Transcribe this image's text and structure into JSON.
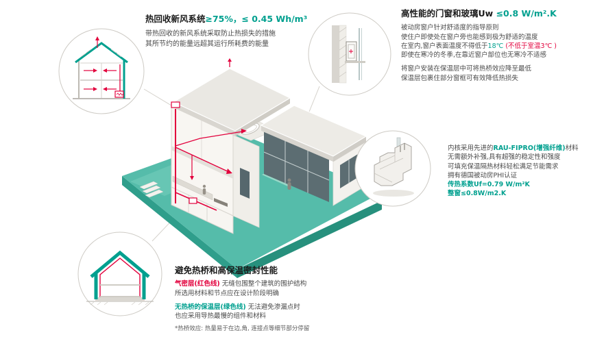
{
  "colors": {
    "green": "#00A08F",
    "red": "#E2003C",
    "platform": "#55BCAA"
  },
  "center_illustration": "passive-house-isometric-cutaway",
  "callouts": {
    "heat_recovery": {
      "icon": "house-section-ventilation",
      "title_black": "热回收新风系统",
      "title_green": "≥75%，≤ 0.45 Wh/m³",
      "lines": [
        "带热回收的新风系统采取防止热损失的措施",
        "其所节约的能量远超其运行所耗费的能量"
      ]
    },
    "windows": {
      "icon": "window-installation-detail",
      "title_black": "高性能的门窗和玻璃Uw ",
      "title_green": "≤0.8 W/m².K",
      "lines_a": [
        "被动房窗户针对舒适度的指导原则",
        "使住户即使处在窗户旁也能感到极为舒适的温度"
      ],
      "line_temp_black": "在室内,窗户表面温度不得低于",
      "line_temp_green": "18℃ ",
      "line_temp_red": "(不低于室温3℃ )",
      "line_winter": "即使在寒冷的冬季,在靠近窗户部位也无寒冷不适感",
      "lines_b": [
        "将窗户安装在保温层中可将热桥效应降至最低",
        "保温层包裹住部分窗框可有效降低热损失"
      ]
    },
    "profile": {
      "icon": "window-profile-render",
      "line1_black": "内核采用先进的",
      "line1_green": "RAU-FIPRO(增强纤维)",
      "line1_tail": "材料",
      "lines": [
        "无需额外补强,具有超强的稳定性和强度",
        "可填充保温隔热材料轻松满足节能需求",
        "拥有德国被动房PHI认证"
      ],
      "green_lines": [
        "传热系数Uf=0.79 W/m²K",
        "整窗≤0.8W/m2.K"
      ]
    },
    "insulation": {
      "icon": "house-section-insulation",
      "title": "避免热桥和高保温密封性能",
      "line1_red": "气密层(红色线)",
      "line1_tail": " 无缝包围整个建筑的围护结构",
      "line2": "所选用材料和节点应在设计阶段明确",
      "line3_green": "无热桥的保温层(绿色线)",
      "line3_tail": " 无法避免渗漏点时",
      "line4": "也应采用导热最慢的组件和材料",
      "footnote": "*热桥效应: 热量易于在边,角, 连接点等细节部分停留"
    }
  }
}
